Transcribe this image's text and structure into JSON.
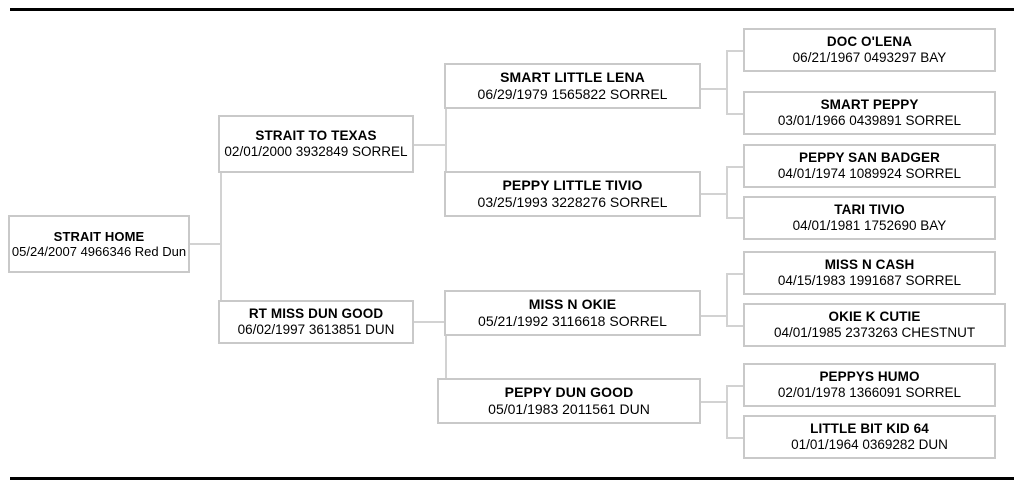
{
  "chart_data": {
    "type": "diagram",
    "title": "Equine Pedigree Chart",
    "generations": 4,
    "nodes": [
      {
        "id": "g1",
        "generation": 1,
        "name": "STRAIT HOME",
        "info": "05/24/2007 4966346 Red Dun"
      },
      {
        "id": "g2s",
        "generation": 2,
        "name": "STRAIT TO TEXAS",
        "info": "02/01/2000 3932849 SORREL"
      },
      {
        "id": "g2d",
        "generation": 2,
        "name": "RT MISS DUN GOOD",
        "info": "06/02/1997 3613851 DUN"
      },
      {
        "id": "g3ss",
        "generation": 3,
        "name": "SMART LITTLE LENA",
        "info": "06/29/1979 1565822 SORREL"
      },
      {
        "id": "g3sd",
        "generation": 3,
        "name": "PEPPY LITTLE TIVIO",
        "info": "03/25/1993 3228276 SORREL"
      },
      {
        "id": "g3ds",
        "generation": 3,
        "name": "MISS N OKIE",
        "info": "05/21/1992 3116618 SORREL"
      },
      {
        "id": "g3dd",
        "generation": 3,
        "name": "PEPPY DUN GOOD",
        "info": "05/01/1983 2011561 DUN"
      },
      {
        "id": "g4a",
        "generation": 4,
        "name": "DOC O'LENA",
        "info": "06/21/1967 0493297 BAY"
      },
      {
        "id": "g4b",
        "generation": 4,
        "name": "SMART PEPPY",
        "info": "03/01/1966 0439891 SORREL"
      },
      {
        "id": "g4c",
        "generation": 4,
        "name": "PEPPY SAN BADGER",
        "info": "04/01/1974 1089924 SORREL"
      },
      {
        "id": "g4d",
        "generation": 4,
        "name": "TARI TIVIO",
        "info": "04/01/1981 1752690 BAY"
      },
      {
        "id": "g4e",
        "generation": 4,
        "name": "MISS N CASH",
        "info": "04/15/1983 1991687 SORREL"
      },
      {
        "id": "g4f",
        "generation": 4,
        "name": "OKIE K CUTIE",
        "info": "04/01/1985 2373263 CHESTNUT"
      },
      {
        "id": "g4g",
        "generation": 4,
        "name": "PEPPYS HUMO",
        "info": "02/01/1978 1366091 SORREL"
      },
      {
        "id": "g4h",
        "generation": 4,
        "name": "LITTLE BIT KID    64",
        "info": "01/01/1964 0369282 DUN"
      }
    ],
    "colors": {
      "box_border": "#c9c9c9",
      "connector": "#d2d2d2",
      "rule": "#000000",
      "text": "#000000",
      "background": "#ffffff"
    }
  },
  "pedigree": {
    "g1": {
      "name": "STRAIT HOME",
      "info": "05/24/2007 4966346 Red Dun"
    },
    "g2s": {
      "name": "STRAIT TO TEXAS",
      "info": "02/01/2000 3932849 SORREL"
    },
    "g2d": {
      "name": "RT MISS DUN GOOD",
      "info": "06/02/1997 3613851 DUN"
    },
    "g3ss": {
      "name": "SMART LITTLE LENA",
      "info": "06/29/1979 1565822 SORREL"
    },
    "g3sd": {
      "name": "PEPPY LITTLE TIVIO",
      "info": "03/25/1993 3228276 SORREL"
    },
    "g3ds": {
      "name": "MISS N OKIE",
      "info": "05/21/1992 3116618 SORREL"
    },
    "g3dd": {
      "name": "PEPPY DUN GOOD",
      "info": "05/01/1983 2011561 DUN"
    },
    "g4a": {
      "name": "DOC O'LENA",
      "info": "06/21/1967 0493297 BAY"
    },
    "g4b": {
      "name": "SMART PEPPY",
      "info": "03/01/1966 0439891 SORREL"
    },
    "g4c": {
      "name": "PEPPY SAN BADGER",
      "info": "04/01/1974 1089924 SORREL"
    },
    "g4d": {
      "name": "TARI TIVIO",
      "info": "04/01/1981 1752690 BAY"
    },
    "g4e": {
      "name": "MISS N CASH",
      "info": "04/15/1983 1991687 SORREL"
    },
    "g4f": {
      "name": "OKIE K CUTIE",
      "info": "04/01/1985 2373263 CHESTNUT"
    },
    "g4g": {
      "name": "PEPPYS HUMO",
      "info": "02/01/1978 1366091 SORREL"
    },
    "g4h": {
      "name": "LITTLE BIT KID    64",
      "info": "01/01/1964 0369282 DUN"
    }
  }
}
